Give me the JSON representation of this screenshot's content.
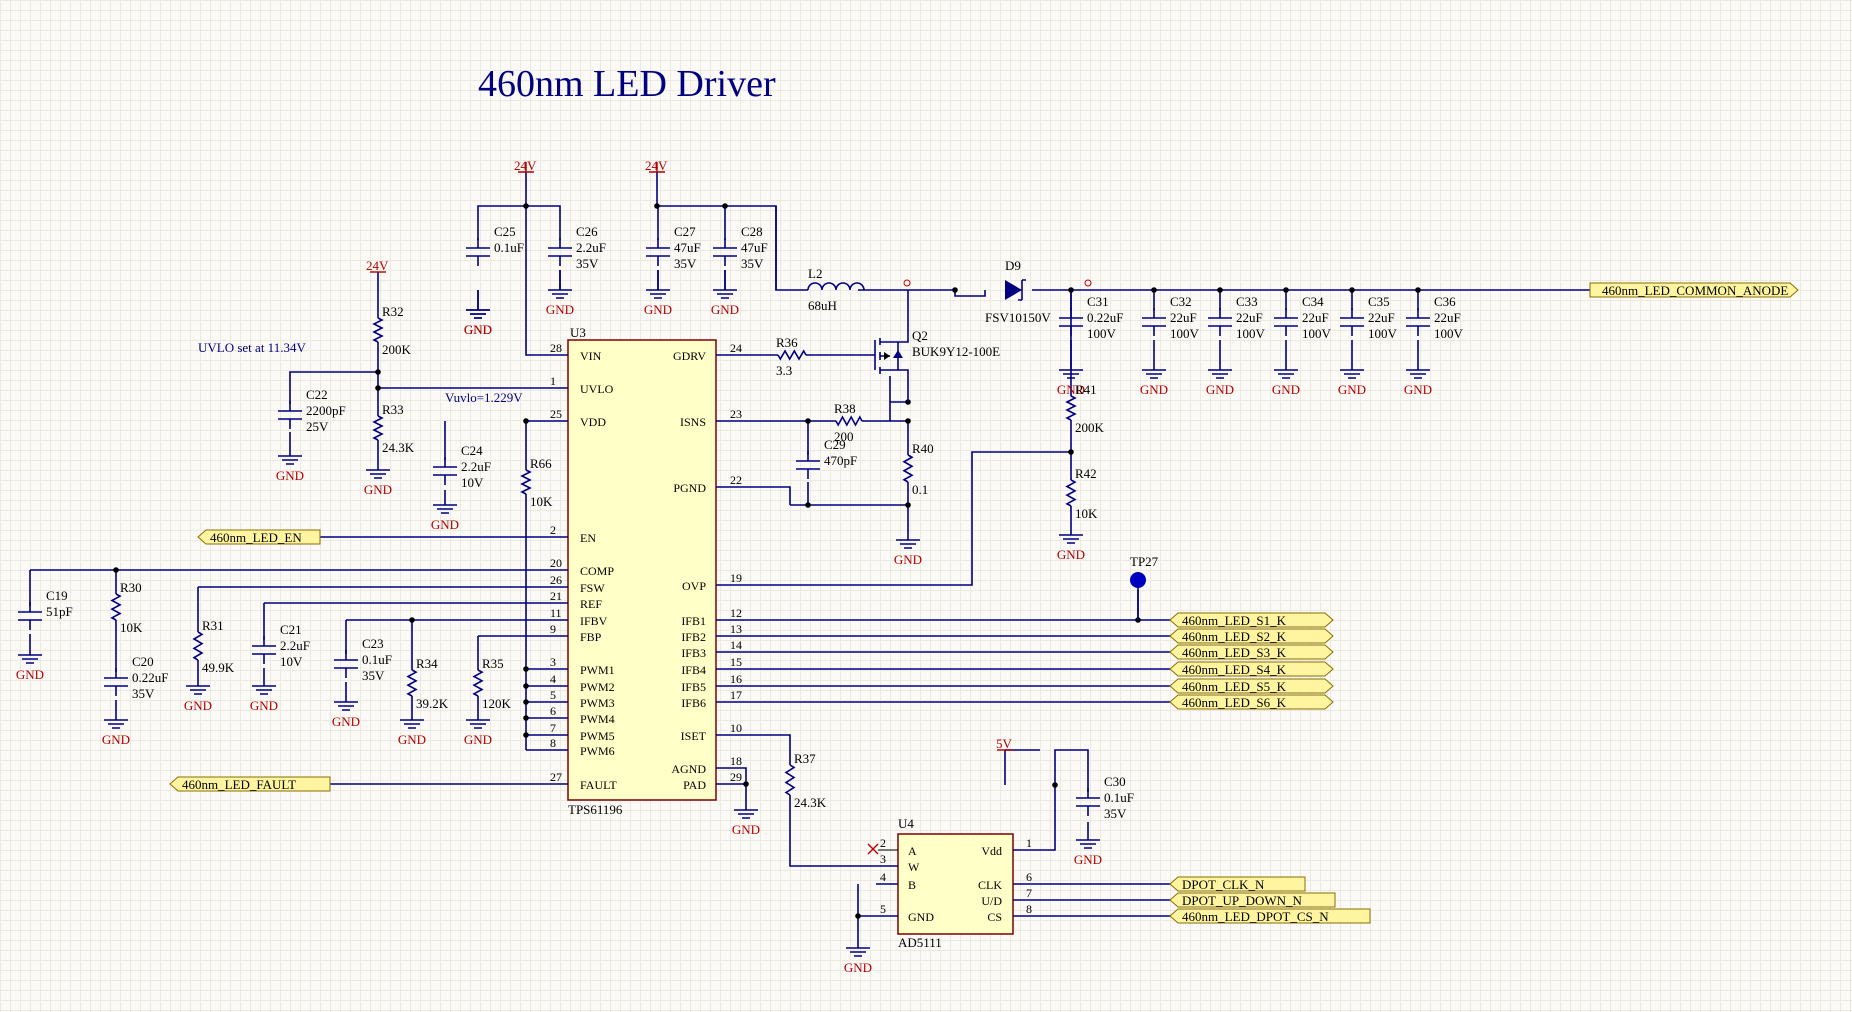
{
  "title": "460nm LED Driver",
  "notes": {
    "uvlo_set": "UVLO set at 11.34V",
    "uvlo_v": "Vuvlo=1.229V"
  },
  "ports": {
    "common_anode": "460nm_LED_COMMON_ANODE",
    "led_en": "460nm_LED_EN",
    "led_fault": "460nm_LED_FAULT",
    "s1": "460nm_LED_S1_K",
    "s2": "460nm_LED_S2_K",
    "s3": "460nm_LED_S3_K",
    "s4": "460nm_LED_S4_K",
    "s5": "460nm_LED_S5_K",
    "s6": "460nm_LED_S6_K",
    "clk": "DPOT_CLK_N",
    "updown": "DPOT_UP_DOWN_N",
    "cs": "460nm_LED_DPOT_CS_N"
  },
  "power": {
    "v24": "24V",
    "v5": "5V",
    "gnd": "GND"
  },
  "u3": {
    "ref": "U3",
    "part": "TPS61196",
    "left_pins": [
      {
        "num": "28",
        "name": "VIN"
      },
      {
        "num": "1",
        "name": "UVLO"
      },
      {
        "num": "25",
        "name": "VDD"
      },
      {
        "num": "2",
        "name": "EN"
      },
      {
        "num": "20",
        "name": "COMP"
      },
      {
        "num": "26",
        "name": "FSW"
      },
      {
        "num": "21",
        "name": "REF"
      },
      {
        "num": "11",
        "name": "IFBV"
      },
      {
        "num": "9",
        "name": "FBP"
      },
      {
        "num": "3",
        "name": "PWM1"
      },
      {
        "num": "4",
        "name": "PWM2"
      },
      {
        "num": "5",
        "name": "PWM3"
      },
      {
        "num": "6",
        "name": "PWM4"
      },
      {
        "num": "7",
        "name": "PWM5"
      },
      {
        "num": "8",
        "name": "PWM6"
      },
      {
        "num": "27",
        "name": "FAULT"
      }
    ],
    "right_pins": [
      {
        "num": "24",
        "name": "GDRV"
      },
      {
        "num": "23",
        "name": "ISNS"
      },
      {
        "num": "22",
        "name": "PGND"
      },
      {
        "num": "19",
        "name": "OVP"
      },
      {
        "num": "12",
        "name": "IFB1"
      },
      {
        "num": "13",
        "name": "IFB2"
      },
      {
        "num": "14",
        "name": "IFB3"
      },
      {
        "num": "15",
        "name": "IFB4"
      },
      {
        "num": "16",
        "name": "IFB5"
      },
      {
        "num": "17",
        "name": "IFB6"
      },
      {
        "num": "10",
        "name": "ISET"
      },
      {
        "num": "18",
        "name": "AGND"
      },
      {
        "num": "29",
        "name": "PAD"
      }
    ]
  },
  "u4": {
    "ref": "U4",
    "part": "AD5111",
    "left_pins": [
      {
        "num": "2",
        "name": "A"
      },
      {
        "num": "3",
        "name": "W"
      },
      {
        "num": "4",
        "name": "B"
      },
      {
        "num": "5",
        "name": "GND"
      }
    ],
    "right_pins": [
      {
        "num": "1",
        "name": "Vdd"
      },
      {
        "num": "6",
        "name": "CLK"
      },
      {
        "num": "7",
        "name": "U/D"
      },
      {
        "num": "8",
        "name": "CS"
      }
    ]
  },
  "components": {
    "c25": {
      "ref": "C25",
      "val": "0.1uF"
    },
    "c26": {
      "ref": "C26",
      "val": "2.2uF",
      "v": "35V"
    },
    "c27": {
      "ref": "C27",
      "val": "47uF",
      "v": "35V"
    },
    "c28": {
      "ref": "C28",
      "val": "47uF",
      "v": "35V"
    },
    "r32": {
      "ref": "R32",
      "val": "200K"
    },
    "r33": {
      "ref": "R33",
      "val": "24.3K"
    },
    "c22": {
      "ref": "C22",
      "val": "2200pF",
      "v": "25V"
    },
    "c24": {
      "ref": "C24",
      "val": "2.2uF",
      "v": "10V"
    },
    "r66": {
      "ref": "R66",
      "val": "10K"
    },
    "l2": {
      "ref": "L2",
      "val": "68uH"
    },
    "q2": {
      "ref": "Q2",
      "val": "BUK9Y12-100E"
    },
    "r36": {
      "ref": "R36",
      "val": "3.3"
    },
    "r38": {
      "ref": "R38",
      "val": "200"
    },
    "c29": {
      "ref": "C29",
      "val": "470pF"
    },
    "r40": {
      "ref": "R40",
      "val": "0.1"
    },
    "d9": {
      "ref": "D9",
      "val": "FSV10150V"
    },
    "r41": {
      "ref": "R41",
      "val": "200K"
    },
    "r42": {
      "ref": "R42",
      "val": "10K"
    },
    "c31": {
      "ref": "C31",
      "val": "0.22uF",
      "v": "100V"
    },
    "c32": {
      "ref": "C32",
      "val": "22uF",
      "v": "100V"
    },
    "c33": {
      "ref": "C33",
      "val": "22uF",
      "v": "100V"
    },
    "c34": {
      "ref": "C34",
      "val": "22uF",
      "v": "100V"
    },
    "c35": {
      "ref": "C35",
      "val": "22uF",
      "v": "100V"
    },
    "c36": {
      "ref": "C36",
      "val": "22uF",
      "v": "100V"
    },
    "tp27": {
      "ref": "TP27"
    },
    "c19": {
      "ref": "C19",
      "val": "51pF"
    },
    "r30": {
      "ref": "R30",
      "val": "10K"
    },
    "c20": {
      "ref": "C20",
      "val": "0.22uF",
      "v": "35V"
    },
    "r31": {
      "ref": "R31",
      "val": "49.9K"
    },
    "c21": {
      "ref": "C21",
      "val": "2.2uF",
      "v": "10V"
    },
    "c23": {
      "ref": "C23",
      "val": "0.1uF",
      "v": "35V"
    },
    "r34": {
      "ref": "R34",
      "val": "39.2K"
    },
    "r35": {
      "ref": "R35",
      "val": "120K"
    },
    "r37": {
      "ref": "R37",
      "val": "24.3K"
    },
    "c30": {
      "ref": "C30",
      "val": "0.1uF",
      "v": "35V"
    }
  }
}
